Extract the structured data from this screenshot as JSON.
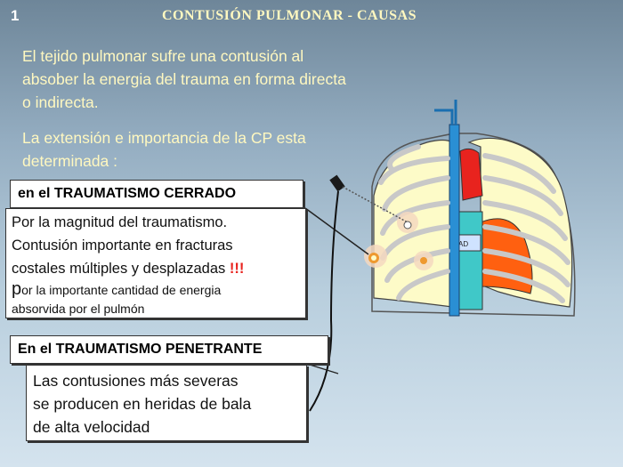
{
  "slide": {
    "number": "1",
    "title": "CONTUSIÓN  PULMONAR - CAUSAS"
  },
  "intro": {
    "p1_lines": [
      "El tejido pulmonar sufre una contusión al",
      "absober la energia del trauma en forma directa",
      "o indirecta."
    ],
    "p2_lines": [
      "La extensión e importancia de la CP esta",
      "determinada :"
    ]
  },
  "blunt": {
    "header": "en el TRAUMATISMO CERRADO",
    "line1": "Por la magnitud del traumatismo.",
    "line2": "Contusión  importante en fracturas",
    "line3": "costales múltiples y desplazadas ",
    "emphasis": "!!!",
    "line4_initial": "p",
    "line4_rest": "or la importante cantidad de energia",
    "line5": "absorvida por el pulmón"
  },
  "penetrating": {
    "header": "En el TRAUMATISMO PENETRANTE",
    "lines": [
      "Las contusiones más severas",
      "se producen en heridas de bala",
      "de alta velocidad"
    ]
  },
  "illustration": {
    "atrium_label": "AD",
    "colors": {
      "lung": "#fdfbc8",
      "rib": "#c8c8c8",
      "trachea": "#2a8fd4",
      "aorta": "#e8231e",
      "right_atrium": "#40c8c8",
      "ventricle": "#ff6010",
      "contusion": "#ee9930"
    }
  }
}
